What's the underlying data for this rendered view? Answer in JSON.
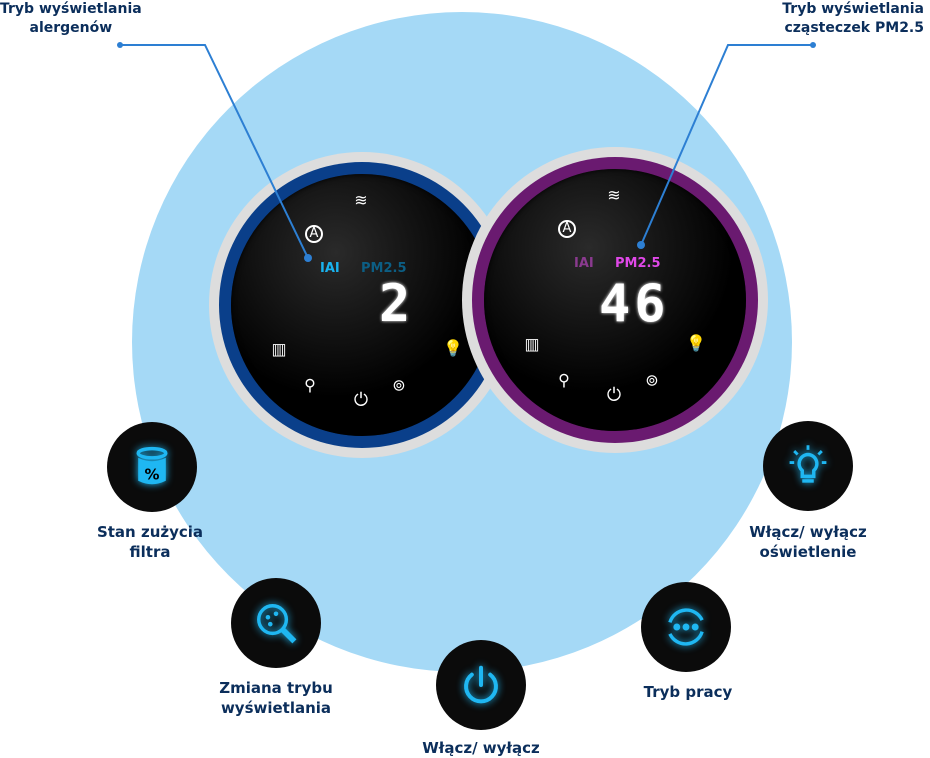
{
  "callouts": {
    "left": "Tryb wyświetlania\nalergenów",
    "right": "Tryb wyświetlania\ncząsteczek PM2.5"
  },
  "dial_left": {
    "iai": "IAI",
    "pm": "PM2.5",
    "value": "2",
    "ring_color": "#1e7de6"
  },
  "dial_right": {
    "iai": "IAI",
    "pm": "PM2.5",
    "value": "46",
    "ring_color": "#d74be0"
  },
  "features": [
    {
      "icon": "filter-percent-icon",
      "label": "Stan zużycia\nfiltra"
    },
    {
      "icon": "magnifier-icon",
      "label": "Zmiana trybu\nwyświetlania"
    },
    {
      "icon": "power-icon",
      "label": "Włącz/ wyłącz"
    },
    {
      "icon": "mode-cycle-icon",
      "label": "Tryb pracy"
    },
    {
      "icon": "light-bulb-icon",
      "label": "Włącz/ wyłącz\noświetlenie"
    }
  ]
}
